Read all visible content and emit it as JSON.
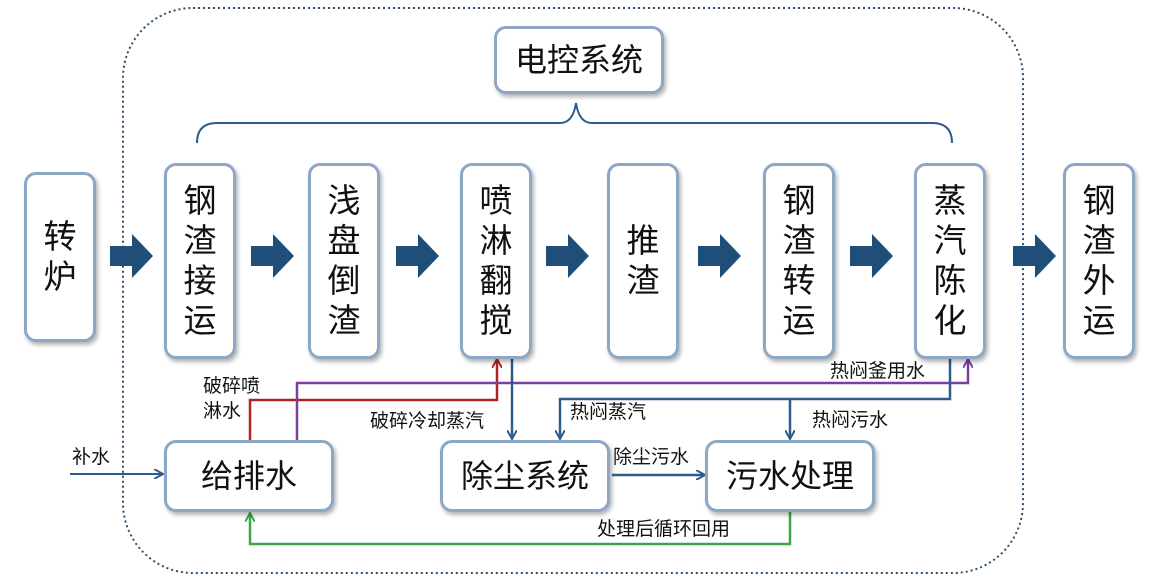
{
  "top_box": {
    "label": "电控系统"
  },
  "process_steps": [
    {
      "id": "converter",
      "label": "转炉"
    },
    {
      "id": "slag-receive",
      "label": "钢渣接运"
    },
    {
      "id": "shallow-pour",
      "label": "浅盘倒渣"
    },
    {
      "id": "spray-stir",
      "label": "喷淋翻搅"
    },
    {
      "id": "push-slag",
      "label": "推渣"
    },
    {
      "id": "slag-transfer",
      "label": "钢渣转运"
    },
    {
      "id": "steam-aging",
      "label": "蒸汽陈化"
    },
    {
      "id": "slag-export",
      "label": "钢渣外运"
    }
  ],
  "bottom_boxes": {
    "water_supply": "给排水",
    "dust_removal": "除尘系统",
    "wastewater": "污水处理"
  },
  "flow_labels": {
    "makeup_water": "补水",
    "crush_spray_line1": "破碎喷",
    "crush_spray_line2": "淋水",
    "crush_cooling_steam": "破碎冷却蒸汽",
    "hot_steam": "热闷蒸汽",
    "hot_tank_water": "热闷釜用水",
    "hot_wastewater": "热闷污水",
    "dust_wastewater": "除尘污水",
    "recycle": "处理后循环回用"
  },
  "colors": {
    "box_border": "#8ea7c4",
    "flow_arrow": "#1f4e79",
    "boundary": "#2f4f6f",
    "line_blue": "#2e5c8a",
    "line_red": "#b22222",
    "line_purple": "#7b3f9e",
    "line_green": "#3aa64a"
  }
}
